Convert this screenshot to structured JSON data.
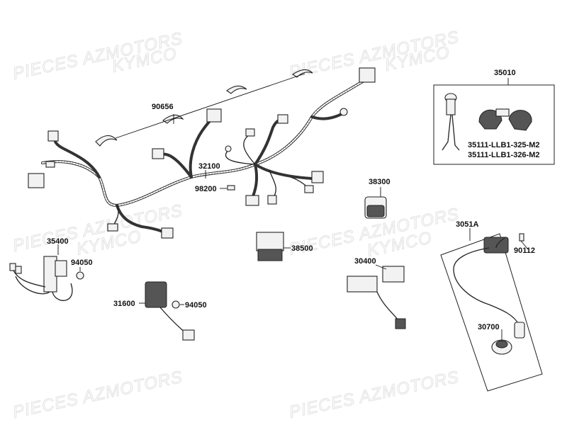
{
  "watermark": {
    "line1": "PIECES AZMOTORS",
    "line2": "KYMCO"
  },
  "labels": {
    "p90656": "90656",
    "p32100": "32100",
    "p98200": "98200",
    "p35010": "35010",
    "p35111a": "35111-LLB1-325-M2",
    "p35111b": "35111-LLB1-326-M2",
    "p38300": "38300",
    "p35400": "35400",
    "p94050a": "94050",
    "p38500": "38500",
    "p3051a": "3051A",
    "p90112": "90112",
    "p30400": "30400",
    "p31600": "31600",
    "p94050b": "94050",
    "p30700": "30700"
  }
}
